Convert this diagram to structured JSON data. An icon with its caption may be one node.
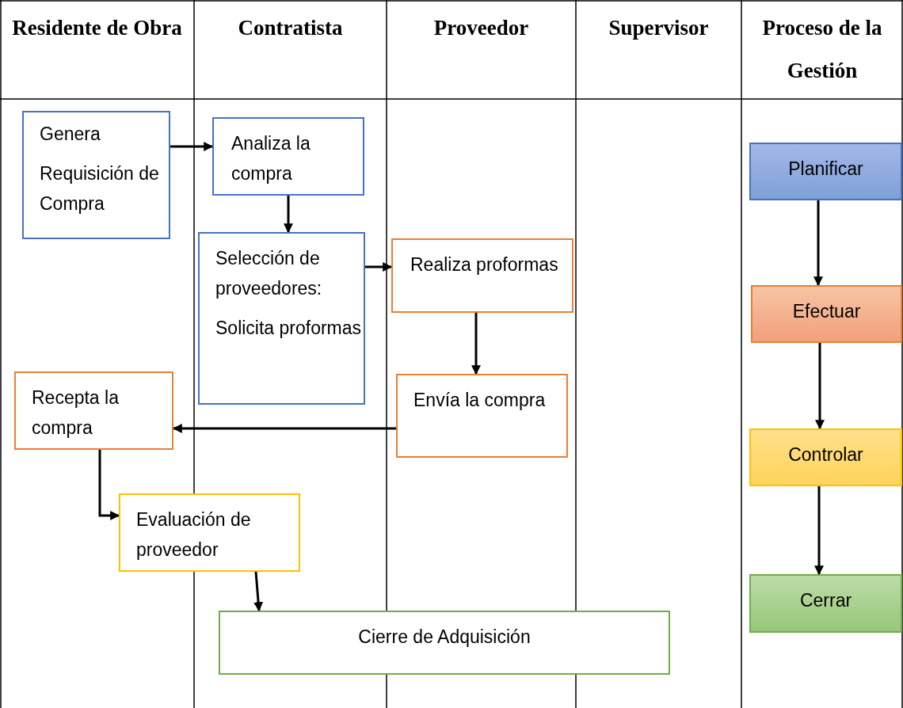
{
  "diagram": {
    "nodes": [
      {
        "text": [
          "Genera",
          "Requisición de Compra"
        ]
      },
      {
        "text": [
          "Analiza la compra"
        ]
      },
      {
        "text": [
          "Selección de proveedores:",
          "Solicita proformas"
        ]
      },
      {
        "text": [
          "Realiza proformas"
        ]
      },
      {
        "text": [
          "Envía la compra"
        ]
      },
      {
        "text": [
          "Recepta la compra"
        ]
      },
      {
        "text": [
          "Evaluación de proveedor"
        ]
      },
      {
        "text": [
          "Cierre de Adquisición"
        ]
      },
      {
        "text": [
          "Planificar"
        ]
      },
      {
        "text": [
          "Efectuar"
        ]
      },
      {
        "text": [
          "Controlar"
        ]
      },
      {
        "text": [
          "Cerrar"
        ]
      }
    ],
    "edges": [
      {
        "from": 0,
        "to": 1,
        "arrow": "to"
      },
      {
        "from": 1,
        "to": 2,
        "arrow": "to"
      },
      {
        "from": 2,
        "to": 3,
        "arrow": "to"
      },
      {
        "from": 3,
        "to": 4,
        "arrow": "to"
      },
      {
        "from": 4,
        "to": 5,
        "arrow": "to"
      },
      {
        "from": 5,
        "to": 6,
        "arrow": "to"
      },
      {
        "from": 6,
        "to": 7,
        "arrow": "to"
      },
      {
        "from": 8,
        "to": 9,
        "arrow": "to"
      },
      {
        "from": 9,
        "to": 10,
        "arrow": "to"
      },
      {
        "from": 10,
        "to": 11,
        "arrow": "to"
      }
    ],
    "labels": [
      "Residente de Obra",
      "Contratista",
      "Proveedor",
      "Supervisor",
      "Proceso de la Gestión"
    ]
  }
}
